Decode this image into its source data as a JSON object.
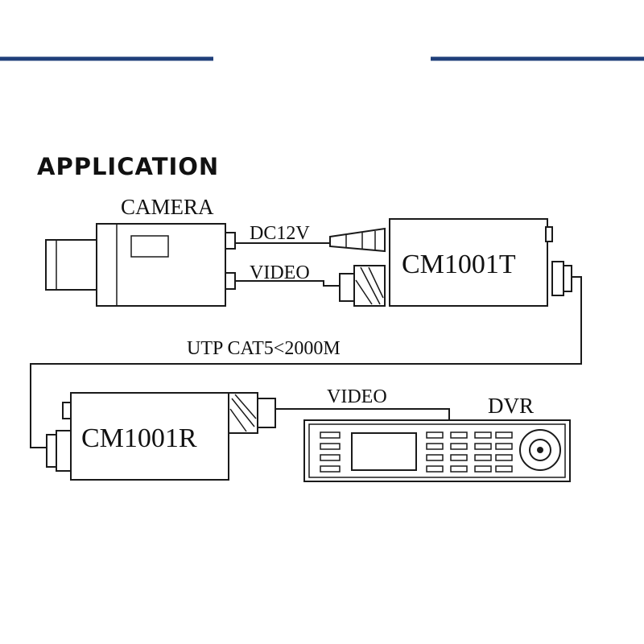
{
  "title": "APPLICATION",
  "labels": {
    "camera": "CAMERA",
    "dc12v": "DC12V",
    "video_top": "VIDEO",
    "transmitter": "CM1001T",
    "utp": "UTP CAT5<2000M",
    "receiver": "CM1001R",
    "video_bottom": "VIDEO",
    "dvr": "DVR"
  },
  "colors": {
    "header_rule": "#1f3f7a",
    "line": "#1a1a1a"
  }
}
